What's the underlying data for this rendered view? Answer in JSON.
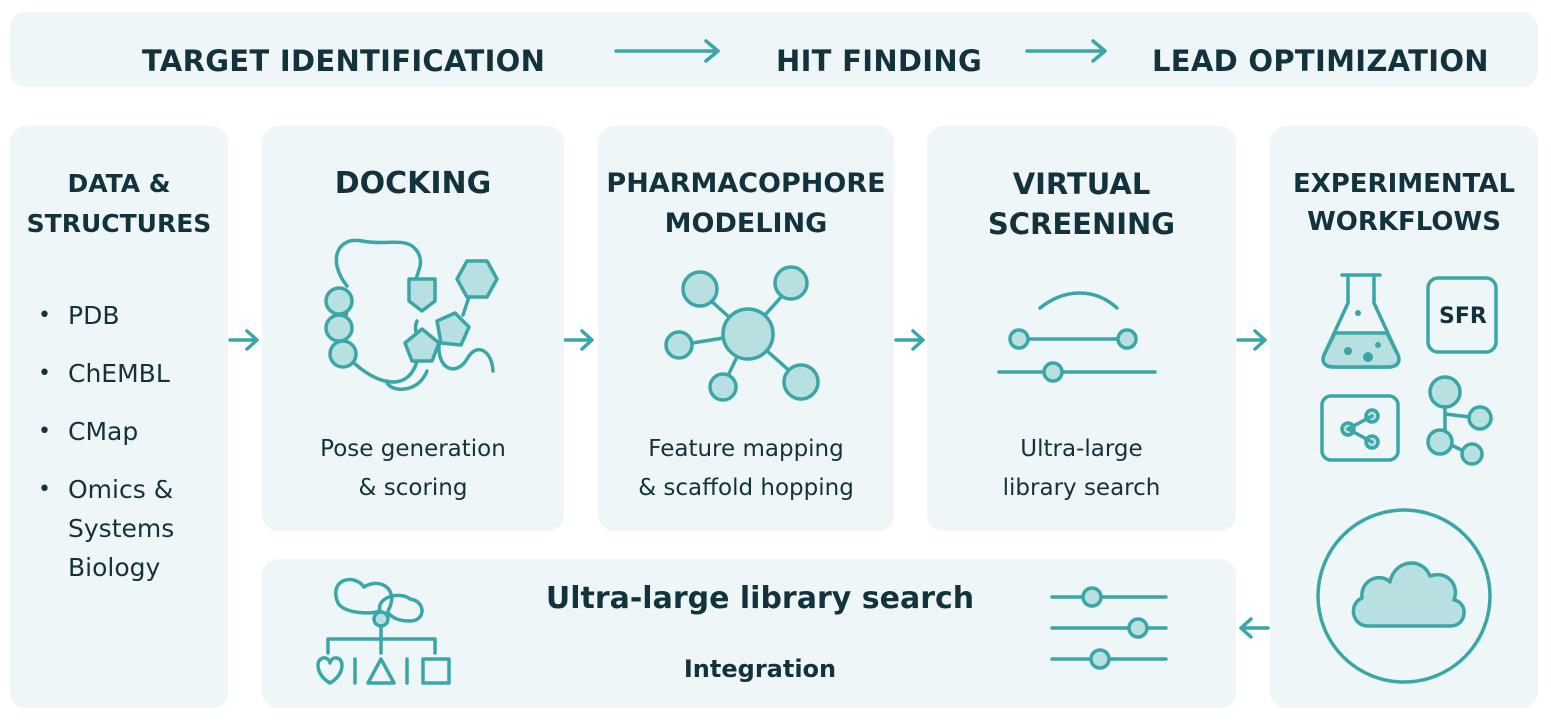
{
  "phases": [
    "TARGET IDENTIFICATION",
    "HIT FINDING",
    "LEAD OPTIMIZATION"
  ],
  "data_panel": {
    "title_line1": "DATA &",
    "title_line2": "STRUCTURES",
    "items": [
      "PDB",
      "ChEMBL",
      "CMap",
      "Omics &\nSystems\nBiology"
    ]
  },
  "docking": {
    "title": "DOCKING",
    "desc_line1": "Pose generation",
    "desc_line2": "& scoring"
  },
  "pharmacophore": {
    "title_line1": "PHARMACOPHORE",
    "title_line2": "MODELING",
    "desc_line1": "Feature mapping",
    "desc_line2": "& scaffold hopping"
  },
  "virtual": {
    "title_line1": "VIRTUAL",
    "title_line2": "SCREENING",
    "desc_line1": "Ultra-large",
    "desc_line2": "library search"
  },
  "experimental": {
    "title_line1": "EXPERIMENTAL",
    "title_line2": "WORKFLOWS",
    "badge": "SFR"
  },
  "integration": {
    "title": "Ultra-large library search",
    "subtitle": "Integration"
  },
  "colors": {
    "accent": "#3aa6a8",
    "panel": "#eef6f7",
    "text": "#12323d",
    "fill": "#b9e0e1"
  }
}
